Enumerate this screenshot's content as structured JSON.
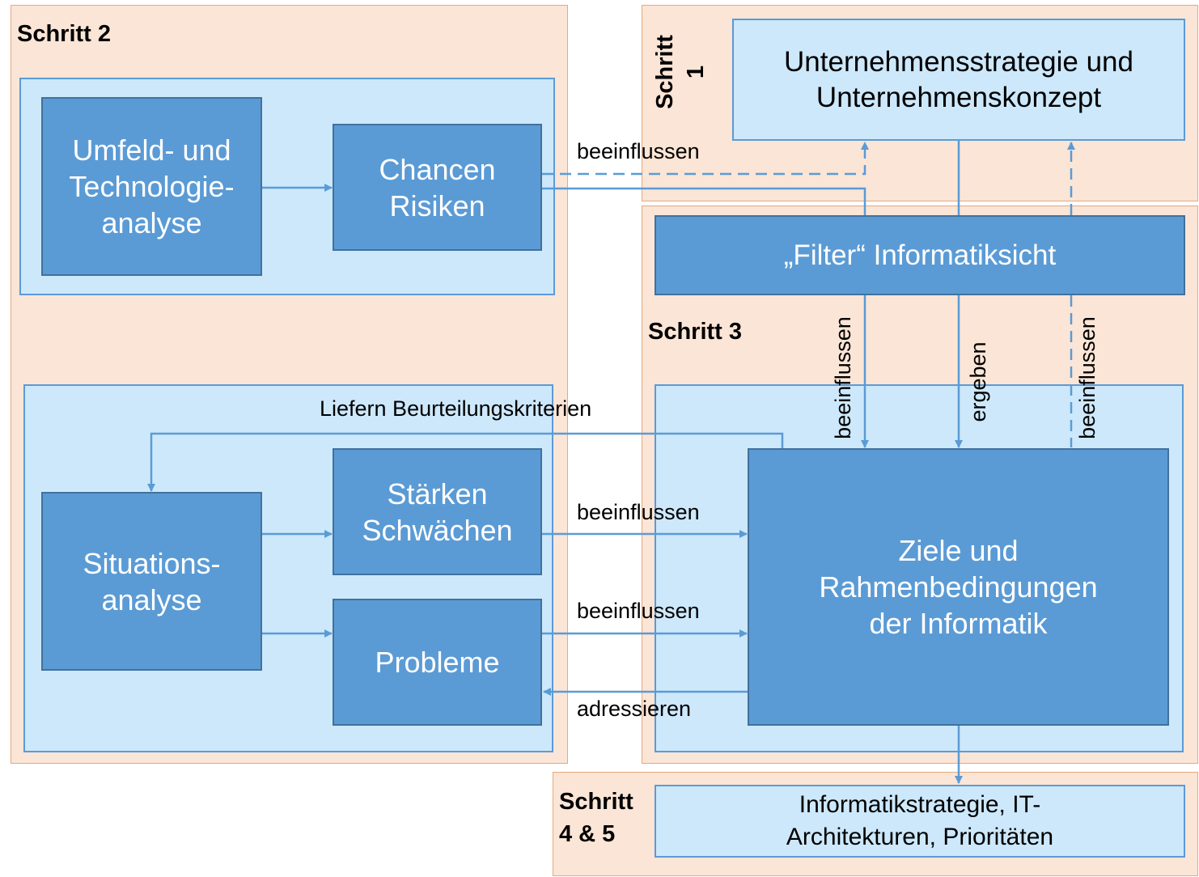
{
  "steps": {
    "step1": "Schritt 1",
    "step2": "Schritt 2",
    "step3": "Schritt 3",
    "step45": "Schritt\n4 & 5"
  },
  "boxes": {
    "environment": "Umfeld- und\nTechnologie-\nanalyse",
    "opportunities": "Chancen\nRisiken",
    "situation": "Situations-\nanalyse",
    "strengths": "Stärken\nSchwächen",
    "problems": "Probleme",
    "strategy": "Unternehmensstrategie und\nUnternehmenskonzept",
    "filter": "„Filter“ Informatiksicht",
    "goals": "Ziele und\nRahmenbedingungen\nder Informatik",
    "output": "Informatikstrategie,  IT-\nArchitekturen,  Prioritäten"
  },
  "edges": {
    "influence_top": "beeinflussen",
    "criteria": "Liefern Beurteilungskriterien",
    "influence_strengths": "beeinflussen",
    "influence_problems": "beeinflussen",
    "address": "adressieren",
    "influence_vert_left": "beeinflussen",
    "result_vert": "ergeben",
    "influence_vert_right": "beeinflussen"
  },
  "colors": {
    "step_fill": "#fbe5d6",
    "group_fill": "#cde8fb",
    "box_fill": "#5b9bd5",
    "line": "#5b9bd5"
  }
}
